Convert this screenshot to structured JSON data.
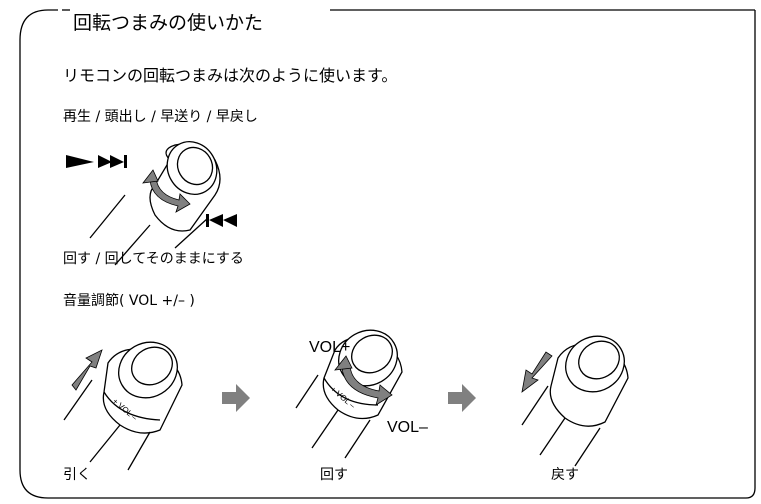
{
  "title": "回転つまみの使いかた",
  "intro": "リモコンの回転つまみは次のように使います。",
  "section1": {
    "heading": "再生 / 頭出し / 早送り / 早戻し",
    "caption": "回す / 回してそのままにする",
    "icons": [
      "play-icon",
      "next-track-icon",
      "previous-track-icon"
    ]
  },
  "section2": {
    "heading": "音量調節( VOL +/– )",
    "vol_plus": "VOL+",
    "vol_minus": "VOL–",
    "knob_marking": "+ VOL –",
    "steps": [
      "引く",
      "回す",
      "戻す"
    ]
  },
  "colors": {
    "arrow_fill": "#808080",
    "line": "#000000",
    "knob_side": "#ffffff"
  }
}
